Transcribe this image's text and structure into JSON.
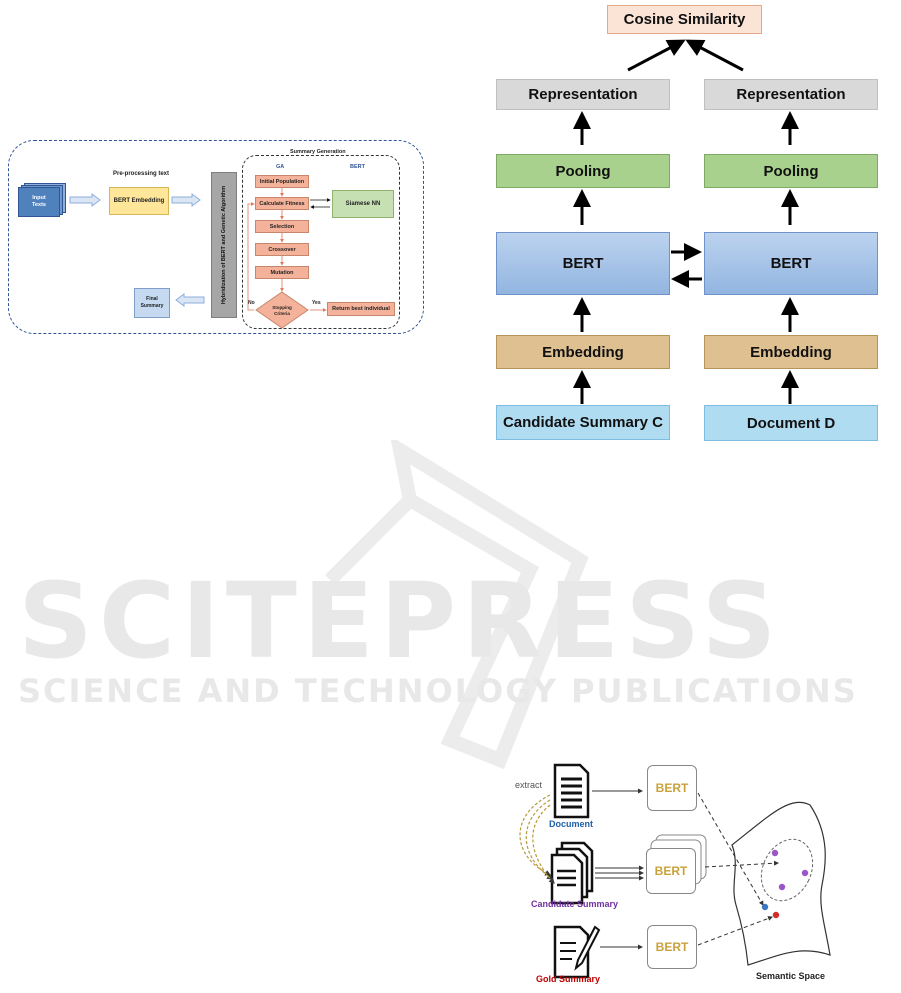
{
  "watermark": {
    "main": "SCITEPRESS",
    "sub": "SCIENCE AND TECHNOLOGY PUBLICATIONS"
  },
  "fig_pipeline": {
    "input_label": "Input Texts",
    "preprocess_label": "Pre-processing text",
    "bert_embedding": "BERT Embedding",
    "hybrid_label": "Hybridization of BERT and Genetic Algorithm",
    "final_label": "Final Summary",
    "summary_generation": "Summary Generation",
    "ga_header": "GA",
    "bert_header": "BERT",
    "steps": [
      "Initial Population",
      "Calculate Fitness",
      "Selection",
      "Crossover",
      "Mutation"
    ],
    "siamese": "Siamese NN",
    "stopping": "Stopping Criteria",
    "no": "No",
    "yes": "Yes",
    "return_best": "Return best individual",
    "colors": {
      "border": "#2f5597",
      "input": "#4f81bd",
      "embedding": "#ffe699",
      "siamese": "#c6e0b4",
      "ga": "#f4b29a"
    }
  },
  "fig_siamese": {
    "top": "Cosine Similarity",
    "left": {
      "representation": "Representation",
      "pooling": "Pooling",
      "bert": "BERT",
      "embedding": "Embedding",
      "input": "Candidate Summary C"
    },
    "right": {
      "representation": "Representation",
      "pooling": "Pooling",
      "bert": "BERT",
      "embedding": "Embedding",
      "input": "Document D"
    },
    "colors": {
      "cosine": "#fbe3d6",
      "representation": "#d9d9d9",
      "pooling": "#a9d18e",
      "bert": "#a4c2e6",
      "embedding": "#dfc091",
      "input": "#b0dcf2"
    }
  },
  "fig_semantic": {
    "extract": "extract",
    "document": "Document",
    "candidate": "Candidate Summary",
    "gold": "Gold Summary",
    "bert": "BERT",
    "space": "Semantic Space",
    "colors": {
      "document": "#1f5fa8",
      "candidate": "#7030a0",
      "gold": "#c00000",
      "bert": "#c9a23a"
    }
  }
}
